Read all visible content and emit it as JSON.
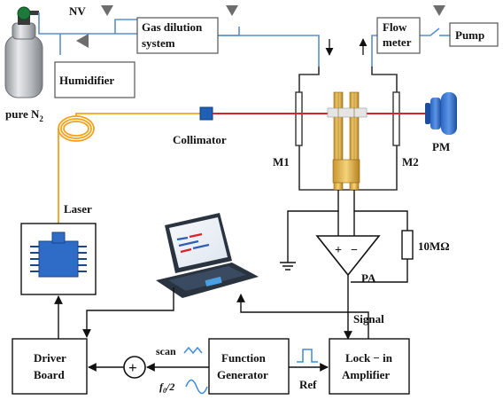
{
  "labels": {
    "nv": "NV",
    "gas_dilution_line1": "Gas dilution",
    "gas_dilution_line2": "system",
    "flow_meter_line1": "Flow",
    "flow_meter_line2": "meter",
    "pump": "Pump",
    "humidifier": "Humidifier",
    "pure_n2_prefix": "pure N",
    "pure_n2_sub": "2",
    "collimator": "Collimator",
    "pm": "PM",
    "m1": "M1",
    "m2": "M2",
    "laser": "Laser",
    "resistor": "10MΩ",
    "pa": "PA",
    "amp_plus": "+",
    "amp_minus": "−",
    "signal": "Signal",
    "driver_line1": "Driver",
    "driver_line2": "Board",
    "function_line1": "Function",
    "function_line2": "Generator",
    "lockin_line1": "Lock − in",
    "lockin_line2": "Amplifier",
    "scan": "scan",
    "f0_main": "f",
    "f0_sub": "0",
    "f0_suffix": "/2",
    "ref": "Ref",
    "adder_symbol": "+"
  },
  "colors": {
    "beam": "#d9232a",
    "fiber": "#f4a21c",
    "gas_line": "#5b8fc7",
    "wire": "#111111",
    "wave": "#3d8bd9",
    "component_blue": "#1f5fb4",
    "cylinder": "#b8bcc0"
  }
}
